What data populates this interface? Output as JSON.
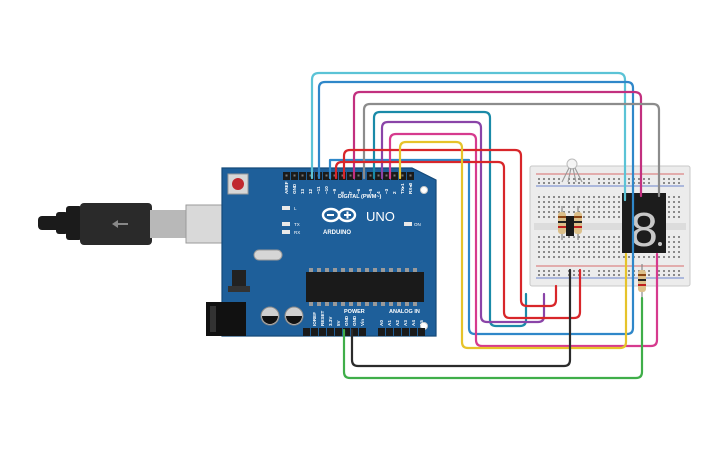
{
  "board": {
    "brand_line": "ARDUINO",
    "model": "UNO",
    "digital_header_label": "DIGITAL (PWM~)",
    "power_header_label": "POWER",
    "analog_header_label": "ANALOG IN",
    "led_on_label": "ON",
    "led_l_label": "L",
    "led_tx_label": "TX",
    "led_rx_label": "RX",
    "digital_pin_labels": [
      "AREF",
      "GND",
      "13",
      "12",
      "~11",
      "~10",
      "~9",
      "8",
      "7",
      "~6",
      "~5",
      "4",
      "~3",
      "2",
      "TX▸1",
      "RX◂0"
    ],
    "power_pin_labels": [
      "IOREF",
      "RESET",
      "3.3V",
      "5V",
      "GND",
      "GND",
      "Vin"
    ],
    "analog_pin_labels": [
      "A0",
      "A1",
      "A2",
      "A3",
      "A4",
      "A5"
    ]
  },
  "display": {
    "digit": "8"
  },
  "colors": {
    "board": "#1e5f9a",
    "board_edge": "#154a7a",
    "breadboard": "#ececec",
    "wire_cyan": "#5bc3d6",
    "wire_blue": "#2f87c9",
    "wire_magenta": "#c2307f",
    "wire_gray": "#8c8c8c",
    "wire_teal": "#1a8aa8",
    "wire_purple": "#8a44a8",
    "wire_pink": "#d63a8e",
    "wire_red": "#d8262a",
    "wire_yellow": "#e6c32a",
    "wire_green": "#3fae49",
    "wire_black": "#2b2b2b"
  },
  "icons": [
    "usb-plug-icon",
    "arduino-infinity-logo-icon",
    "reset-button-icon",
    "power-jack-icon",
    "rgb-led-icon",
    "seven-segment-display-icon",
    "resistor-icon"
  ]
}
